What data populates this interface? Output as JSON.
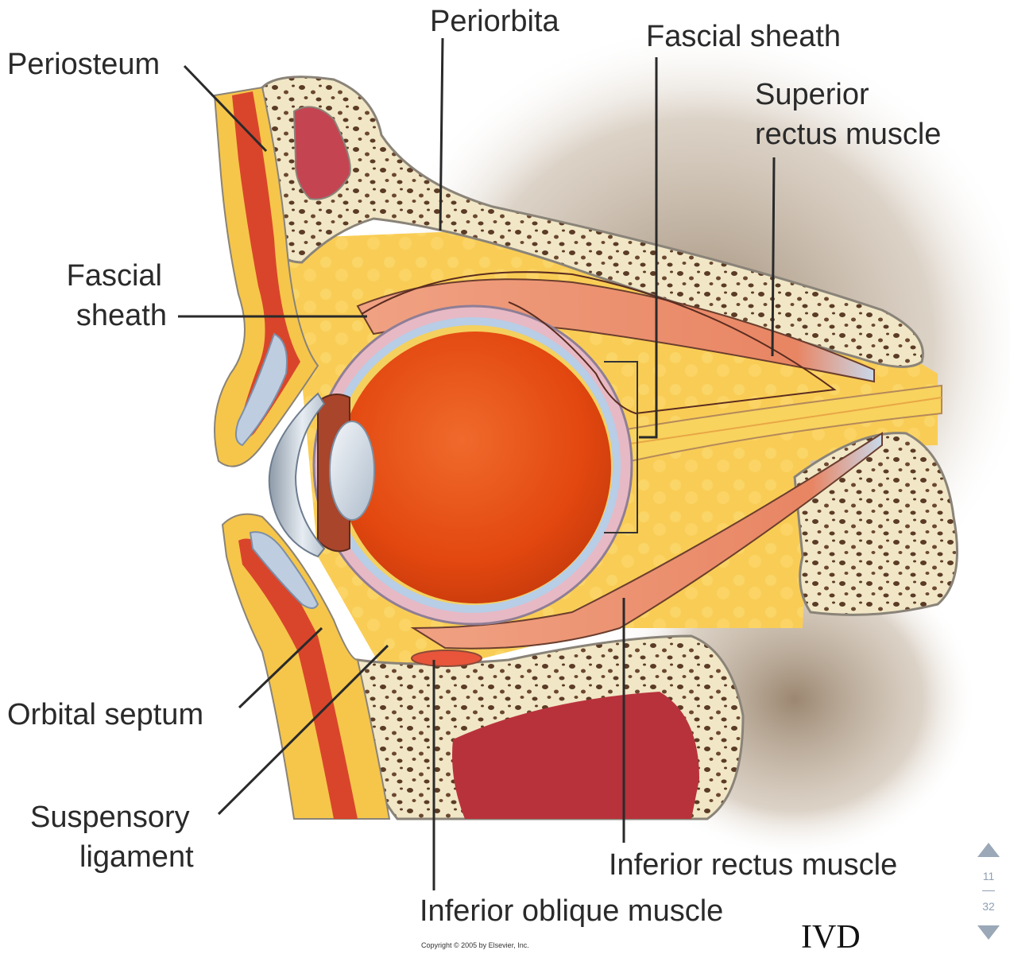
{
  "labels": {
    "periosteum": "Periosteum",
    "periorbita": "Periorbita",
    "fascial_sheath_top": "Fascial sheath",
    "superior_rectus_line1": "Superior",
    "superior_rectus_line2": "rectus muscle",
    "fascial_sheath_left_line1": "Fascial",
    "fascial_sheath_left_line2": "sheath",
    "orbital_septum": "Orbital septum",
    "suspensory_line1": "Suspensory",
    "suspensory_line2": "ligament",
    "inferior_rectus": "Inferior rectus muscle",
    "inferior_oblique": "Inferior oblique muscle"
  },
  "footer": {
    "copyright": "Copyright © 2005 by Elsevier, Inc.",
    "watermark": "IVD"
  },
  "pager": {
    "current": "11",
    "total": "32"
  },
  "colors": {
    "bone": "#f1e7c6",
    "fat": "#f9cd55",
    "eyeball": "#e5470f",
    "muscle": "#ec8e6a",
    "sclera_blue": "#b8cde6",
    "skin_red": "#d9452b",
    "sinus": "#b8323c"
  }
}
